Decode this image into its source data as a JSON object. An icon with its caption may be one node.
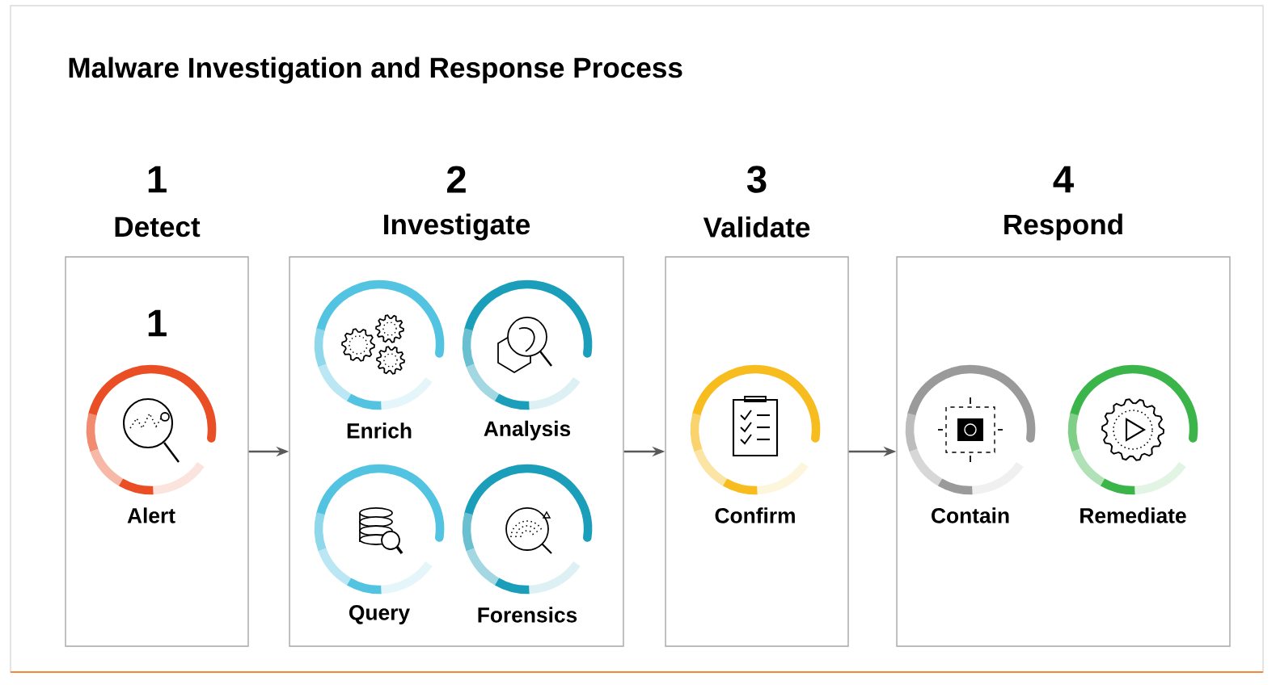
{
  "diagram": {
    "title": "Malware Investigation and Response Process",
    "nodes": [
      {
        "text": [
          "1",
          "Detect",
          "1"
        ]
      },
      {
        "text": [
          "2",
          "Investigate"
        ]
      },
      {
        "text": [
          "3",
          "Validate"
        ]
      },
      {
        "text": [
          "4",
          "Respond"
        ]
      },
      {
        "text": [
          "Alert"
        ],
        "in": 0
      },
      {
        "text": [
          "Enrich"
        ],
        "in": 1
      },
      {
        "text": [
          "Analysis"
        ],
        "in": 1
      },
      {
        "text": [
          "Query"
        ],
        "in": 1
      },
      {
        "text": [
          "Forensics"
        ],
        "in": 1
      },
      {
        "text": [
          "Confirm"
        ],
        "in": 2
      },
      {
        "text": [
          "Contain"
        ],
        "in": 3
      },
      {
        "text": [
          "Remediate"
        ],
        "in": 3
      }
    ],
    "edges": [
      {
        "from": 0,
        "to": 1,
        "arrow": "to"
      },
      {
        "from": 1,
        "to": 2,
        "arrow": "to"
      },
      {
        "from": 2,
        "to": 3,
        "arrow": "to"
      }
    ]
  }
}
